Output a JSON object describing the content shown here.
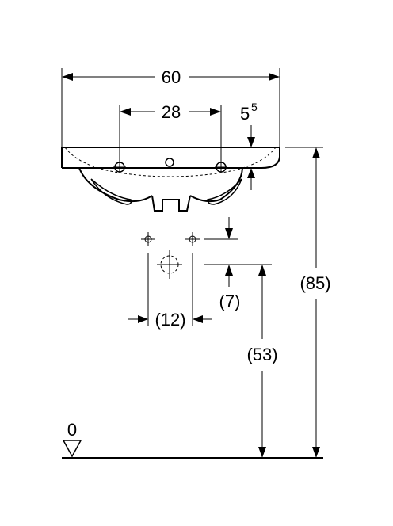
{
  "dimensions": {
    "width_total": "60",
    "tap_spacing": "28",
    "rim_depth_main": "5",
    "rim_depth_sup": "5",
    "height_total": "(85)",
    "height_waste": "(53)",
    "waste_offset": "(7)",
    "pipe_spacing": "(12)",
    "floor_level": "0"
  }
}
